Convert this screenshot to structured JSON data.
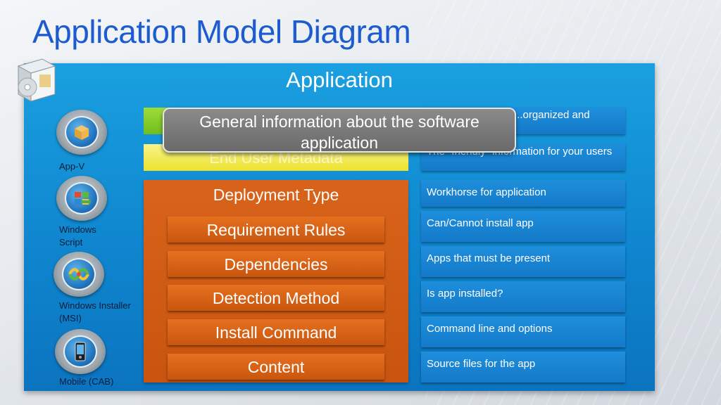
{
  "slide": {
    "title": "Application Model Diagram"
  },
  "panel": {
    "title": "Application"
  },
  "icons": [
    {
      "label": "App-V",
      "icon": "app-v-cube-icon"
    },
    {
      "label": "Windows Script",
      "icon": "windows-flag-icon"
    },
    {
      "label": "Windows Installer (MSI)",
      "icon": "msi-installer-icon"
    },
    {
      "label": "Mobile (CAB)",
      "icon": "mobile-phone-icon"
    }
  ],
  "rows": {
    "general_desc": "...organized and",
    "end_user_label": "End User Metadata",
    "end_user_desc": "The \"friendly\" information for your users",
    "deployment_type": "Deployment Type",
    "deployment_desc": "Workhorse for application",
    "sub_items": [
      {
        "label": "Requirement Rules",
        "desc": "Can/Cannot install app"
      },
      {
        "label": "Dependencies",
        "desc": "Apps that must be present"
      },
      {
        "label": "Detection Method",
        "desc": "Is app installed?"
      },
      {
        "label": "Install Command",
        "desc": "Command line and options"
      },
      {
        "label": "Content",
        "desc": "Source files for the app"
      }
    ]
  },
  "callout": {
    "text": "General information about the software application"
  },
  "colors": {
    "title": "#1d5bd0",
    "panel": "#0f86cf",
    "green": "#6fbe1e",
    "yellow": "#ece22e",
    "orange": "#c8540f",
    "desc": "#1479c9",
    "callout": "#6a6a6a"
  }
}
